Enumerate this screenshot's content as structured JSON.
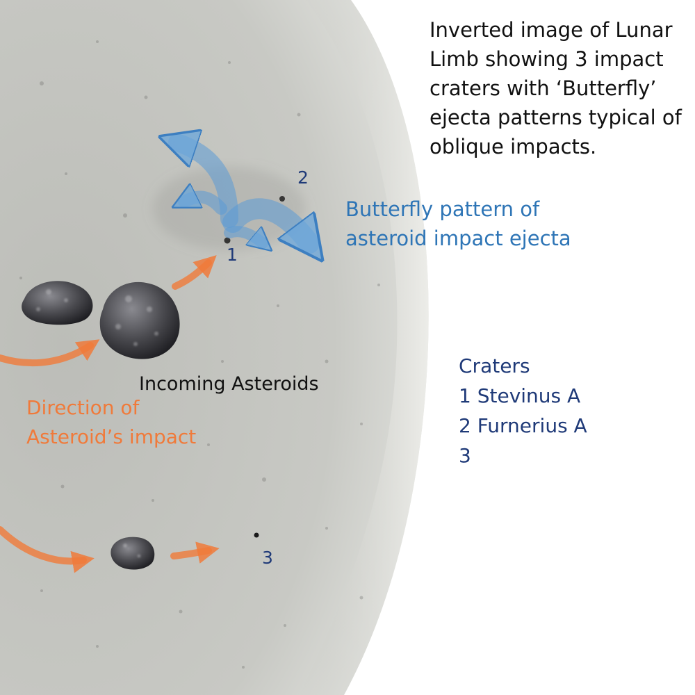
{
  "description": {
    "lines": [
      "Inverted image of Lunar",
      "Limb showing 3 impact",
      "craters with ‘Butterfly’",
      "ejecta patterns typical of",
      "oblique impacts."
    ]
  },
  "labels": {
    "butterfly": [
      "Butterfly pattern of",
      "asteroid impact ejecta"
    ],
    "incoming": "Incoming Asteroids",
    "direction": [
      "Direction of",
      "Asteroid’s impact"
    ]
  },
  "crater_markers": [
    "1",
    "2",
    "3"
  ],
  "crater_legend": {
    "title": "Craters",
    "items": [
      "1 Stevinus A",
      "2 Furnerius A",
      "3"
    ]
  },
  "colors": {
    "moon_surface": "#c9cac6",
    "moon_edge": "#e6e6e2",
    "ejecta_arrow": "#5b9bd5",
    "ejecta_label": "#2e75b6",
    "direction": "#f07a3a",
    "marker_text": "#1f3a78",
    "asteroid": "#4a4a4e"
  },
  "icons": {
    "ejecta": "curved-arrow-icon",
    "asteroid": "asteroid-rock-icon",
    "direction": "orange-arrow-icon"
  }
}
